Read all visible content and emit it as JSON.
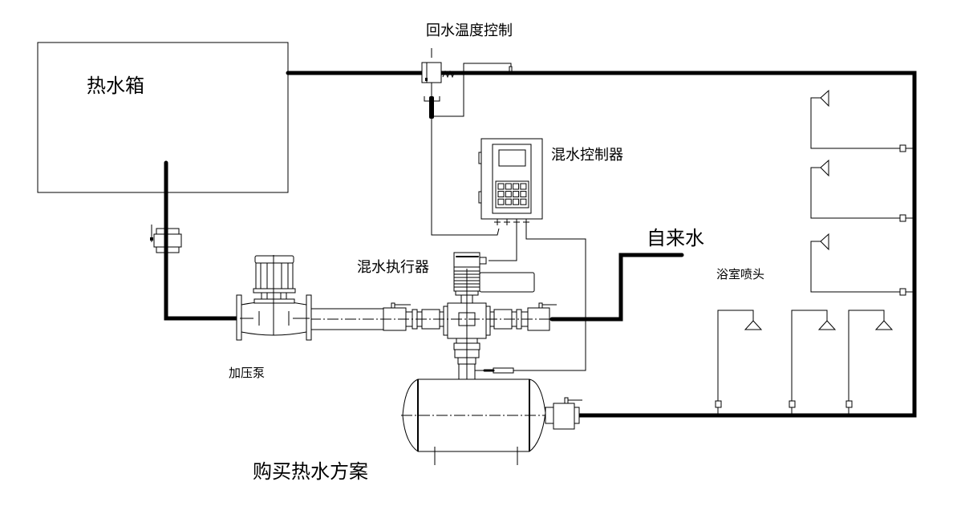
{
  "diagram": {
    "title": "购买热水方案",
    "colors": {
      "line": "#000000",
      "background": "#ffffff"
    },
    "labels": {
      "hot_water_tank": "热水箱",
      "return_temp_control": "回水温度控制",
      "mixing_controller": "混水控制器",
      "mixing_actuator": "混水执行器",
      "tap_water": "自来水",
      "shower_heads": "浴室喷头",
      "booster_pump": "加压泵"
    },
    "components": [
      {
        "id": "hot-water-tank",
        "label_key": "hot_water_tank"
      },
      {
        "id": "return-temp-control-valve",
        "label_key": "return_temp_control"
      },
      {
        "id": "mixing-controller",
        "label_key": "mixing_controller",
        "keypad_rows": 3,
        "keypad_cols": 4
      },
      {
        "id": "mixing-actuator",
        "label_key": "mixing_actuator"
      },
      {
        "id": "booster-pump",
        "label_key": "booster_pump"
      },
      {
        "id": "pressure-tank"
      },
      {
        "id": "tap-water-inlet",
        "label_key": "tap_water"
      },
      {
        "id": "shower-heads",
        "label_key": "shower_heads",
        "wall_count": 3,
        "ceiling_count": 3
      }
    ]
  }
}
